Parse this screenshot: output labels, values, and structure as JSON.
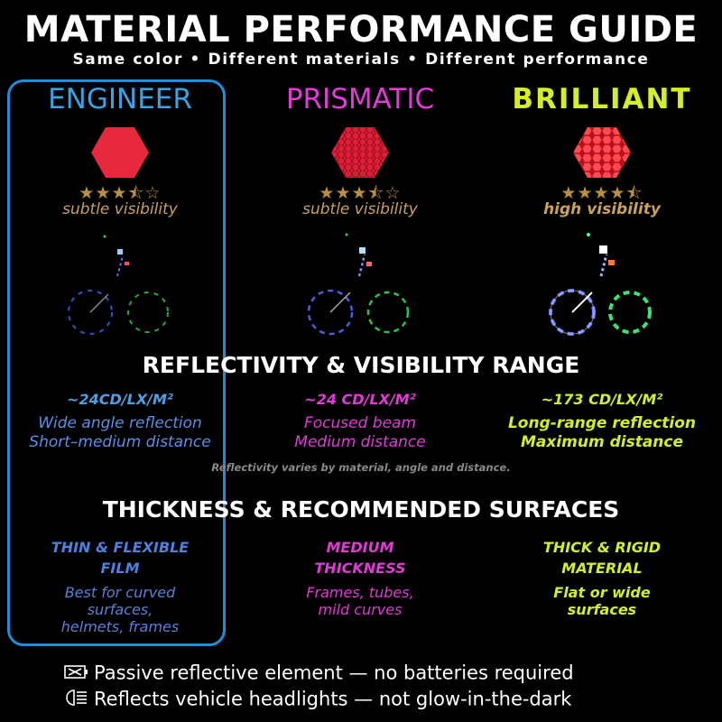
{
  "header": {
    "title": "MATERIAL PERFORMANCE GUIDE",
    "subtitle": "Same color • Different materials • Different performance"
  },
  "colors": {
    "engineer": "#3aa2e0",
    "prismatic": "#e23ad6",
    "brilliant": "#d4ee2a",
    "engineer_text": "#5b8ee6",
    "swatch_red": "#e8283c"
  },
  "columns": [
    {
      "name": "ENGINEER",
      "stars": "★★★⯪☆",
      "visibility": "subtle visibility",
      "cd": "~24CD/LX/M²",
      "desc_line1": "Wide angle reflection",
      "desc_line2": "Short–medium distance",
      "thickness_line1": "THIN & FLEXIBLE",
      "thickness_line2": "FILM",
      "surfaces_line1": "Best for curved",
      "surfaces_line2": "surfaces,",
      "surfaces_line3": "helmets, frames"
    },
    {
      "name": "PRISMATIC",
      "stars": "★★★⯪☆",
      "visibility": "subtle visibility",
      "cd": "~24 CD/LX/M²",
      "desc_line1": "Focused beam",
      "desc_line2": "Medium distance",
      "thickness_line1": "MEDIUM",
      "thickness_line2": "THICKNESS",
      "surfaces_line1": "Frames, tubes,",
      "surfaces_line2": "mild curves",
      "surfaces_line3": ""
    },
    {
      "name": "BRILLIANT",
      "stars": "★★★★⯪",
      "visibility": "high visibility",
      "cd": "~173 CD/LX/M²",
      "desc_line1": "Long-range reflection",
      "desc_line2": "Maximum distance",
      "thickness_line1": "THICK & RIGID",
      "thickness_line2": "MATERIAL",
      "surfaces_line1": "Flat or wide",
      "surfaces_line2": "surfaces",
      "surfaces_line3": ""
    }
  ],
  "sections": {
    "reflectivity_title": "REFLECTIVITY & VISIBILITY RANGE",
    "reflectivity_note": "Reflectivity varies by material, angle and distance.",
    "thickness_title": "THICKNESS & RECOMMENDED SURFACES"
  },
  "notes": {
    "passive": "Passive reflective element — no batteries required",
    "headlights": "Reflects vehicle headlights — not glow-in-the-dark",
    "passive_icon": "no-battery-icon",
    "headlights_icon": "headlight-icon"
  }
}
